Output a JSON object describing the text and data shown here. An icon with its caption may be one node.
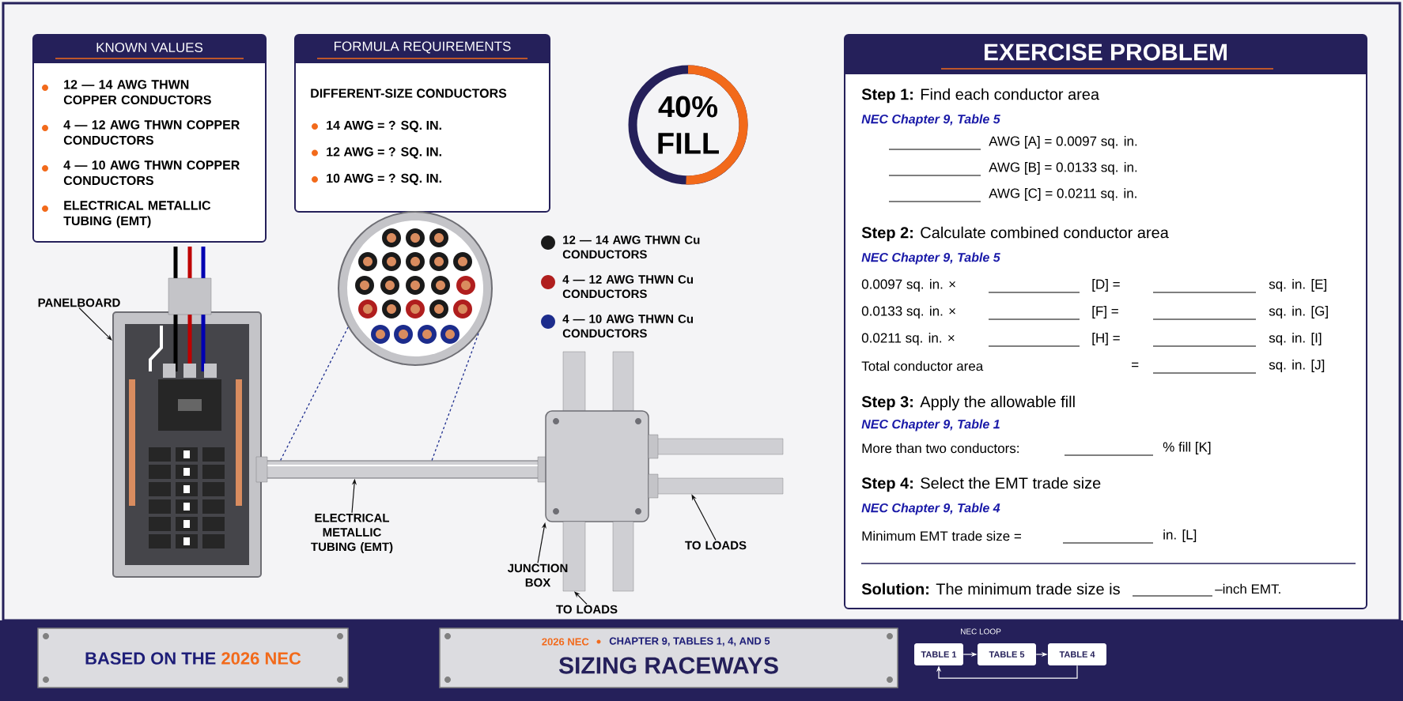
{
  "diagram": {
    "nodes": [
      {
        "text": [
          "KNOWN VALUES",
          "12 — 14 AWG THWN COPPER CONDUCTORS",
          "4 — 12 AWG THWN COPPER CONDUCTORS",
          "4 — 10 AWG THWN COPPER CONDUCTORS",
          "ELECTRICAL METALLIC TUBING (EMT)"
        ]
      },
      {
        "text": [
          "FORMULA REQUIREMENTS",
          "DIFFERENT-SIZE CONDUCTORS",
          "14 AWG = ? SQ. IN.",
          "12 AWG = ? SQ. IN.",
          "10 AWG = ? SQ. IN."
        ]
      },
      {
        "text": [
          "40% FILL"
        ]
      },
      {
        "text": [
          "EXERCISE PROBLEM",
          "**Step 1:** Find each conductor area",
          "NEC Chapter 9, Table 5",
          "AWG [A] = 0.0097 sq. in.",
          "AWG [B] = 0.0133 sq. in.",
          "AWG [C] = 0.0211 sq. in.",
          "**Step 2:** Calculate combined conductor area",
          "NEC Chapter 9, Table 5",
          "0.0097 sq. in. ×",
          "[D] =",
          "sq. in. [E]",
          "0.0133 sq. in. ×",
          "[F] =",
          "sq. in. [G]",
          "0.0211 sq. in. ×",
          "[H] =",
          "sq. in. [I]",
          "Total conductor area",
          "=",
          "sq. in. [J]",
          "**Step 3:** Apply the allowable fill",
          "NEC Chapter 9, Table 1",
          "More than two conductors:",
          "% fill [K]",
          "**Step 4:** Select the EMT trade size",
          "NEC Chapter 9, Table 4",
          "Minimum EMT trade size =",
          "in. [L]",
          "**Solution:** The minimum trade size is",
          "–inch EMT."
        ]
      },
      {
        "text": [
          "PANELBOARD"
        ]
      },
      {
        "text": [],
        "shape": "picture"
      },
      {
        "text": [],
        "shape": "picture"
      },
      {
        "text": [],
        "shape": "picture"
      },
      {
        "text": [
          "ELECTRICAL METALLIC TUBING (EMT)"
        ]
      },
      {
        "text": [],
        "shape": "picture"
      },
      {
        "text": [
          "JUNCTION BOX"
        ]
      },
      {
        "text": [],
        "shape": "picture"
      },
      {
        "text": [
          "TO LOADS"
        ]
      },
      {
        "text": [],
        "shape": "picture"
      },
      {
        "text": [
          "TO LOADS"
        ]
      },
      {
        "text": [
          "BASED ON THE",
          "2026 NEC"
        ]
      },
      {
        "text": [
          "2026 NEC",
          "CHAPTER 9, TABLES 1, 4, AND 5",
          "SIZING RACEWAYS"
        ]
      },
      {
        "text": [
          "TABLE 1"
        ]
      },
      {
        "text": [
          "TABLE 5"
        ]
      },
      {
        "text": [
          "TABLE 4"
        ]
      }
    ],
    "edges": [
      {
        "from": 4,
        "to": 5,
        "arrow": "to"
      },
      {
        "from": 8,
        "to": 7,
        "arrow": "to"
      },
      {
        "from": 10,
        "to": 9,
        "arrow": "to"
      },
      {
        "from": 12,
        "to": 11,
        "arrow": "to"
      },
      {
        "from": 14,
        "to": 13,
        "arrow": "to"
      },
      {
        "from": 7,
        "to": 6,
        "arrow": "none",
        "style": "dashed",
        "color": "#1f2f8f"
      },
      {
        "from": 7,
        "to": 6,
        "arrow": "none",
        "style": "dashed",
        "color": "#1f2f8f"
      },
      {
        "from": 17,
        "to": 18,
        "arrow": "to",
        "color": "#ffffff"
      },
      {
        "from": 18,
        "to": 19,
        "arrow": "to",
        "color": "#ffffff"
      },
      {
        "from": 19,
        "to": 17,
        "arrow": "to",
        "color": "#ffffff"
      }
    ],
    "labels": [
      "NEC LOOP"
    ],
    "legend": [
      {
        "text": "12 — 14 AWG THWN Cu CONDUCTORS",
        "color": "#1a1a1a"
      },
      {
        "text": "4 — 12 AWG THWN Cu CONDUCTORS",
        "color": "#b01e1e"
      },
      {
        "text": "4 — 10 AWG THWN Cu CONDUCTORS",
        "color": "#1c2c8c"
      }
    ]
  }
}
